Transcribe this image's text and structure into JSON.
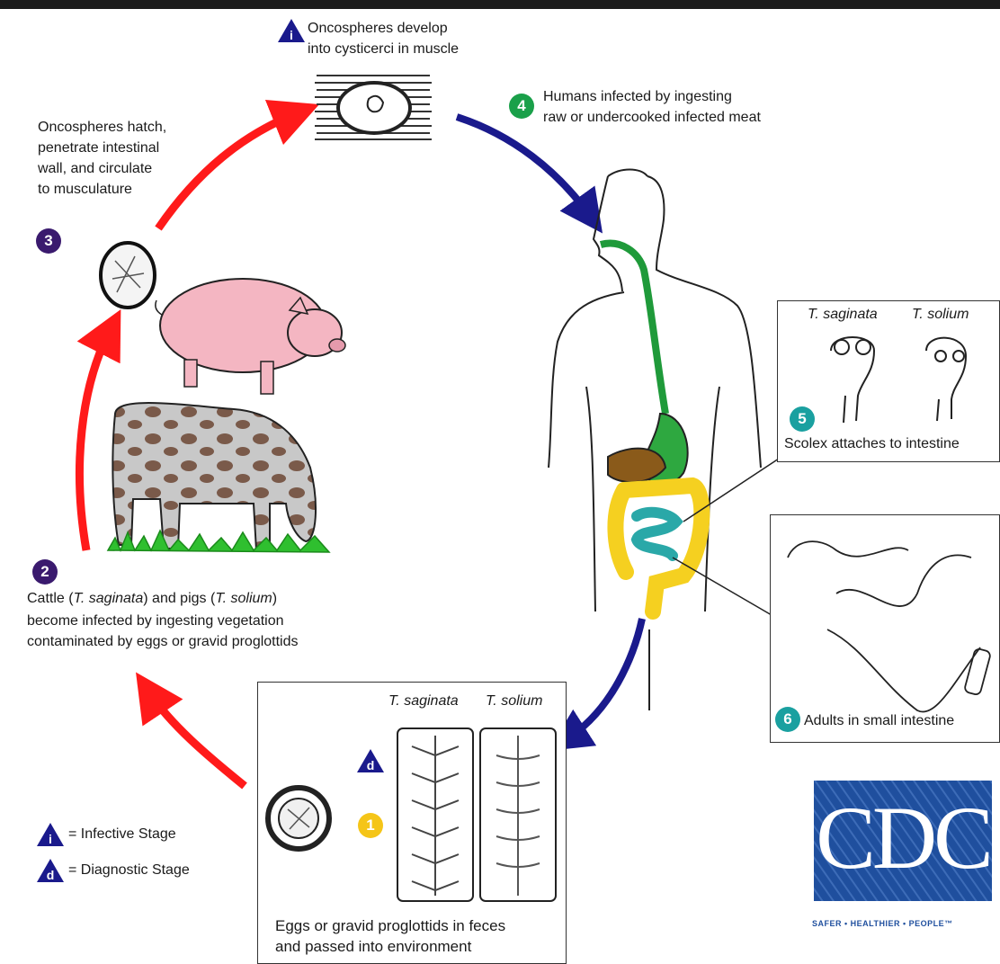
{
  "stage_i": {
    "marker": "i",
    "text": "Oncospheres develop\ninto cysticerci in muscle"
  },
  "stage_3": {
    "marker": "3",
    "text": "Oncospheres hatch,\npenetrate intestinal\nwall, and circulate\nto musculature"
  },
  "stage_4": {
    "marker": "4",
    "text": "Humans infected by ingesting\nraw or undercooked infected meat"
  },
  "stage_5": {
    "marker": "5",
    "text": "Scolex attaches to intestine",
    "label_a": "T. saginata",
    "label_b": "T. solium"
  },
  "stage_6": {
    "marker": "6",
    "text": "Adults in small intestine"
  },
  "stage_2": {
    "marker": "2",
    "text_html_parts": [
      "Cattle (",
      "T. saginata",
      ") and pigs (",
      "T. solium",
      ")"
    ],
    "text_rest": "become infected by ingesting vegetation\ncontaminated by eggs or gravid proglottids"
  },
  "stage_1": {
    "marker": "1",
    "marker_d": "d",
    "text": "Eggs or gravid proglottids in feces\nand passed into environment",
    "label_a": "T. saginata",
    "label_b": "T. solium"
  },
  "legend": {
    "infective_marker": "i",
    "infective_label": "= Infective Stage",
    "diagnostic_marker": "d",
    "diagnostic_label": "= Diagnostic Stage"
  },
  "logo": {
    "text": "CDC",
    "tagline": "SAFER • HEALTHIER • PEOPLE™"
  },
  "colors": {
    "red_arrow": "#ff1a1a",
    "blue_arrow": "#1a1a8c",
    "purple_badge": "#3a1a6e",
    "green_badge": "#1aa04a",
    "teal_badge": "#1aa0a0",
    "yellow_badge": "#f5c518",
    "cdc_blue": "#1f4f9e"
  }
}
